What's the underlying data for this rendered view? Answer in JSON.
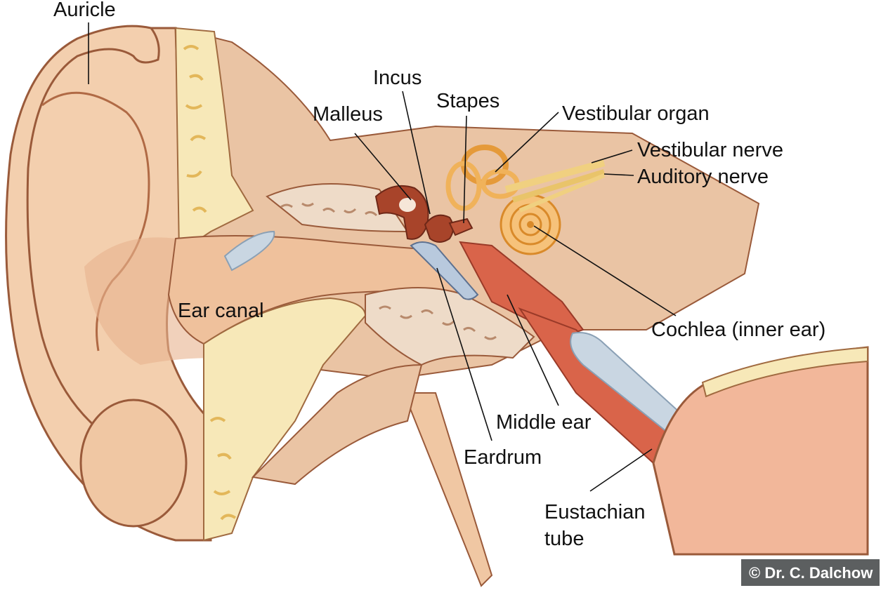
{
  "labels": {
    "auricle": "Auricle",
    "incus": "Incus",
    "stapes": "Stapes",
    "malleus": "Malleus",
    "vestibular_organ": "Vestibular organ",
    "vestibular_nerve": "Vestibular nerve",
    "auditory_nerve": "Auditory nerve",
    "ear_canal": "Ear canal",
    "cochlea": "Cochlea (inner ear)",
    "middle_ear": "Middle ear",
    "eardrum": "Eardrum",
    "eustachian_line1": "Eustachian",
    "eustachian_line2": "tube"
  },
  "copyright": "© Dr. C. Dalchow",
  "colors": {
    "skin": "#f3cfae",
    "skin_shadow": "#e2ad86",
    "skin_outline": "#9a5a3a",
    "bone": "#f7ecc8",
    "bone_yellow": "#f3d98a",
    "tissue": "#e9c3a3",
    "cartilage_blue": "#c9d6e2",
    "ossicle_dark": "#a8442a",
    "tube_red": "#d9644a",
    "inner_ear_orange": "#f6c27a",
    "nerve_yellow": "#f0d080"
  }
}
